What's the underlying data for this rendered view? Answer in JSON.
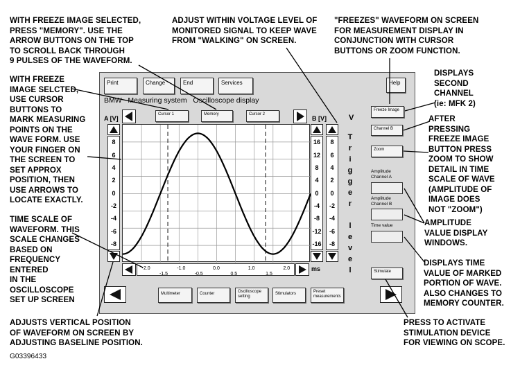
{
  "annotations": {
    "memory": "WITH FREEZE IMAGE SELECTED,\nPRESS \"MEMORY\". USE THE\nARROW BUTTONS ON THE TOP\nTO SCROLL BACK THROUGH\n9 PULSES OF THE WAVEFORM.",
    "voltage": "ADJUST WITHIN VOLTAGE LEVEL OF\nMONITORED SIGNAL TO KEEP WAVE\nFROM \"WALKING\" ON SCREEN.",
    "freezes": "\"FREEZES\" WAVEFORM ON SCREEN\nFOR MEASUREMENT DISPLAY IN\nCONJUNCTION WITH CURSOR\nBUTTONS OR ZOOM FUNCTION.",
    "cursor": "WITH FREEZE\nIMAGE SELCTED,\nUSE CURSOR\nBUTTONS TO\nMARK MEASURING\nPOINTS ON THE\nWAVE FORM. USE\nYOUR FINGER ON\nTHE SCREEN TO\nSET APPROX\nPOSITION, THEN\nUSE ARROWS TO\nLOCATE EXACTLY.",
    "second": "DISPLAYS\nSECOND\nCHANNEL\n(ie: MFK 2)",
    "zoom": "AFTER\nPRESSING\nFREEZE IMAGE\nBUTTON PRESS\nZOOM TO SHOW\nDETAIL IN TIME\nSCALE OF WAVE\n(AMPLITUDE OF\nIMAGE DOES\nNOT \"ZOOM\")",
    "timescale": "TIME SCALE OF\nWAVEFORM. THIS\nSCALE CHANGES\nBASED ON\nFREQUENCY\nENTERED\nIN THE\nOSCILLOSCOPE\nSET UP SCREEN",
    "amplitude": "AMPLITUDE\nVALUE DISPLAY\nWINDOWS.",
    "timevalue": "DISPLAYS TIME\nVALUE OF MARKED\nPORTION OF WAVE.\nALSO CHANGES TO\nMEMORY COUNTER.",
    "vertical": "ADJUSTS VERTICAL POSITION\nOF WAVEFORM ON SCREEN BY\nADJUSTING BASELINE POSITION.",
    "stimulate": "PRESS TO ACTIVATE\nSTIMULATION DEVICE\nFOR VIEWING ON SCOPE."
  },
  "figure_id": "G03396433",
  "screen": {
    "title": "BMW   Measuring system   Oscilloscope display",
    "top_buttons": [
      "Print",
      "Change",
      "End",
      "Services"
    ],
    "help": "Help",
    "cursor_buttons": [
      "Cursor 1",
      "Memory",
      "Cursor 2"
    ],
    "left_axis_label": "A [V]",
    "right_axis_label": "B [V]",
    "right_axis_unit": "V",
    "left_scale": [
      "8",
      "6",
      "4",
      "2",
      "0",
      "-2",
      "-4",
      "-6",
      "-8"
    ],
    "right_scale_b": [
      "16",
      "12",
      "8",
      "4",
      "0",
      "-4",
      "-8",
      "-12",
      "-16"
    ],
    "trigger_scale": [
      "8",
      "6",
      "4",
      "2",
      "0",
      "-2",
      "-4",
      "-6",
      "-8"
    ],
    "trigger_label": "Trigger level",
    "x_ticks_top": [
      "-2.0",
      "-1.0",
      "0.0",
      "1.0",
      "2.0"
    ],
    "x_ticks_bottom": [
      "-1.5",
      "-0.5",
      "0.5",
      "1.5"
    ],
    "x_unit": "ms",
    "side_buttons": [
      "Freeze Image",
      "Channel B",
      "Zoom"
    ],
    "amp_a_label": "Amplitude\nChannel A",
    "amp_b_label": "Amplitude\nChannel B",
    "time_label": "Time value",
    "stimulate": "Stimulate",
    "bottom_buttons": [
      "Multimeter",
      "Counter",
      "Oscilloscope\nsetting",
      "Stimulators",
      "Preset\nmeasurements"
    ]
  },
  "waveform": {
    "amplitude": 7,
    "center_ms": 0.5,
    "period_ms": 4.0,
    "xlim": [
      -2.5,
      2.5
    ],
    "ylim": [
      -8,
      8
    ]
  }
}
